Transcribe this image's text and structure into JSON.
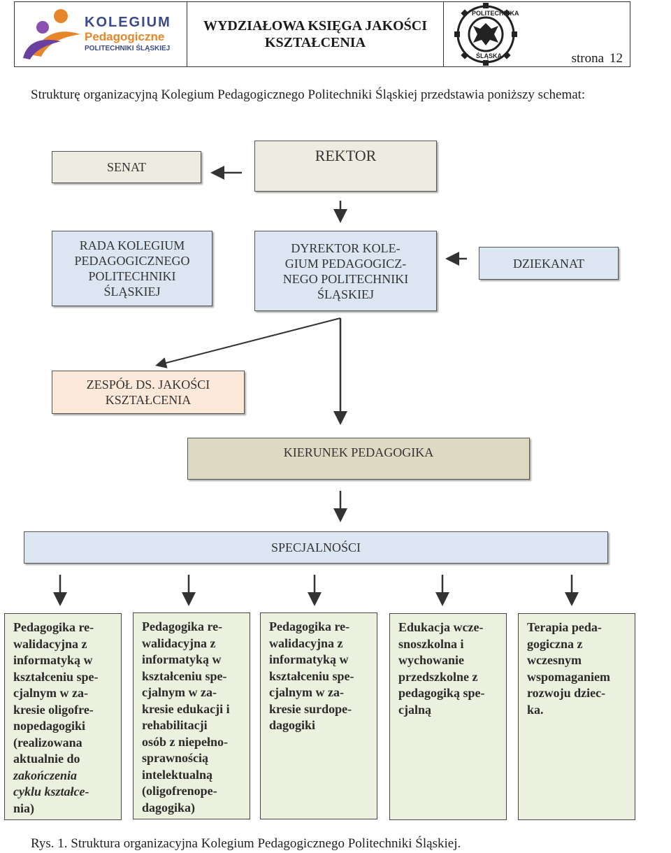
{
  "header": {
    "logo_line1": "KOLEGIUM",
    "logo_line2": "Pedagogiczne",
    "logo_line3": "POLITECHNIKI ŚLĄSKIEJ",
    "title_line1": "WYDZIAŁOWA KSIĘGA JAKOŚCI",
    "title_line2": "KSZTAŁCENIA",
    "seal_text_top": "POLITECHNIKA",
    "seal_text_bottom": "ŚLĄSKA",
    "page_label": "strona",
    "page_number": "12"
  },
  "intro": "Strukturę organizacyjną Kolegium Pedagogicznego Politechniki Śląskiej przedstawia poniższy schemat:",
  "diagram": {
    "senat": "SENAT",
    "rektor": "REKTOR",
    "rada": [
      "RADA KOLEGIUM",
      "PEDAGOGICZNEGO",
      "POLITECHNIKI",
      "ŚLĄSKIEJ"
    ],
    "dyrektor": [
      "DYREKTOR KOLE-",
      "GIUM PEDAGOGICZ-",
      "NEGO POLITECHNIKI",
      "ŚLĄSKIEJ"
    ],
    "dziekanat": "DZIEKANAT",
    "zespol": [
      "ZESPÓŁ DS. JAKOŚCI",
      "KSZTAŁCENIA"
    ],
    "kierunek": "KIERUNEK PEDAGOGIKA",
    "specjalnosci": "SPECJALNOŚCI",
    "specs": [
      {
        "lines": [
          "Pedagogika re-",
          "walidacyjna z",
          "informatyką w",
          "kształceniu spe-",
          "cjalnym w za-",
          "kresie oligofre-",
          "nopedagogiki",
          "(realizowana",
          "aktualnie do"
        ],
        "italic_lines": [
          "zakończenia",
          "cyklu kształce-"
        ],
        "tail_lines": [
          "nia)"
        ]
      },
      {
        "lines": [
          "Pedagogika re-",
          "walidacyjna  z",
          "informatyką w",
          "kształceniu spe-",
          "cjalnym w za-",
          "kresie edukacji i",
          "rehabilitacji",
          "osób z niepełno-",
          "sprawnością",
          "intelektualną",
          "(oligofrenope-",
          "dagogika)"
        ],
        "italic_lines": [],
        "tail_lines": []
      },
      {
        "lines": [
          "Pedagogika re-",
          "walidacyjna z",
          "informatyką w",
          "kształceniu spe-",
          "cjalnym w za-",
          "kresie surdope-",
          "dagogiki"
        ],
        "italic_lines": [],
        "tail_lines": []
      },
      {
        "lines": [
          "Edukacja wcze-",
          "snoszkolna i",
          "wychowanie",
          "przedszkolne z",
          "pedagogiką spe-",
          "cjalną"
        ],
        "italic_lines": [],
        "tail_lines": []
      },
      {
        "lines": [
          "Terapia peda-",
          "gogiczna z",
          "wczesnym",
          "wspomaganiem",
          "rozwoju dziec-",
          "ka."
        ],
        "italic_lines": [],
        "tail_lines": []
      }
    ]
  },
  "caption": "Rys. 1. Struktura organizacyjna Kolegium Pedagogicznego Politechniki Śląskiej.",
  "colors": {
    "cream": "#eeece1",
    "blue": "#dce6f2",
    "peach": "#fde9d9",
    "tan": "#ddd9c3",
    "green": "#ebf1de",
    "logo_blue": "#3a4a8c",
    "logo_orange": "#e8862a",
    "arrow": "#333333"
  }
}
